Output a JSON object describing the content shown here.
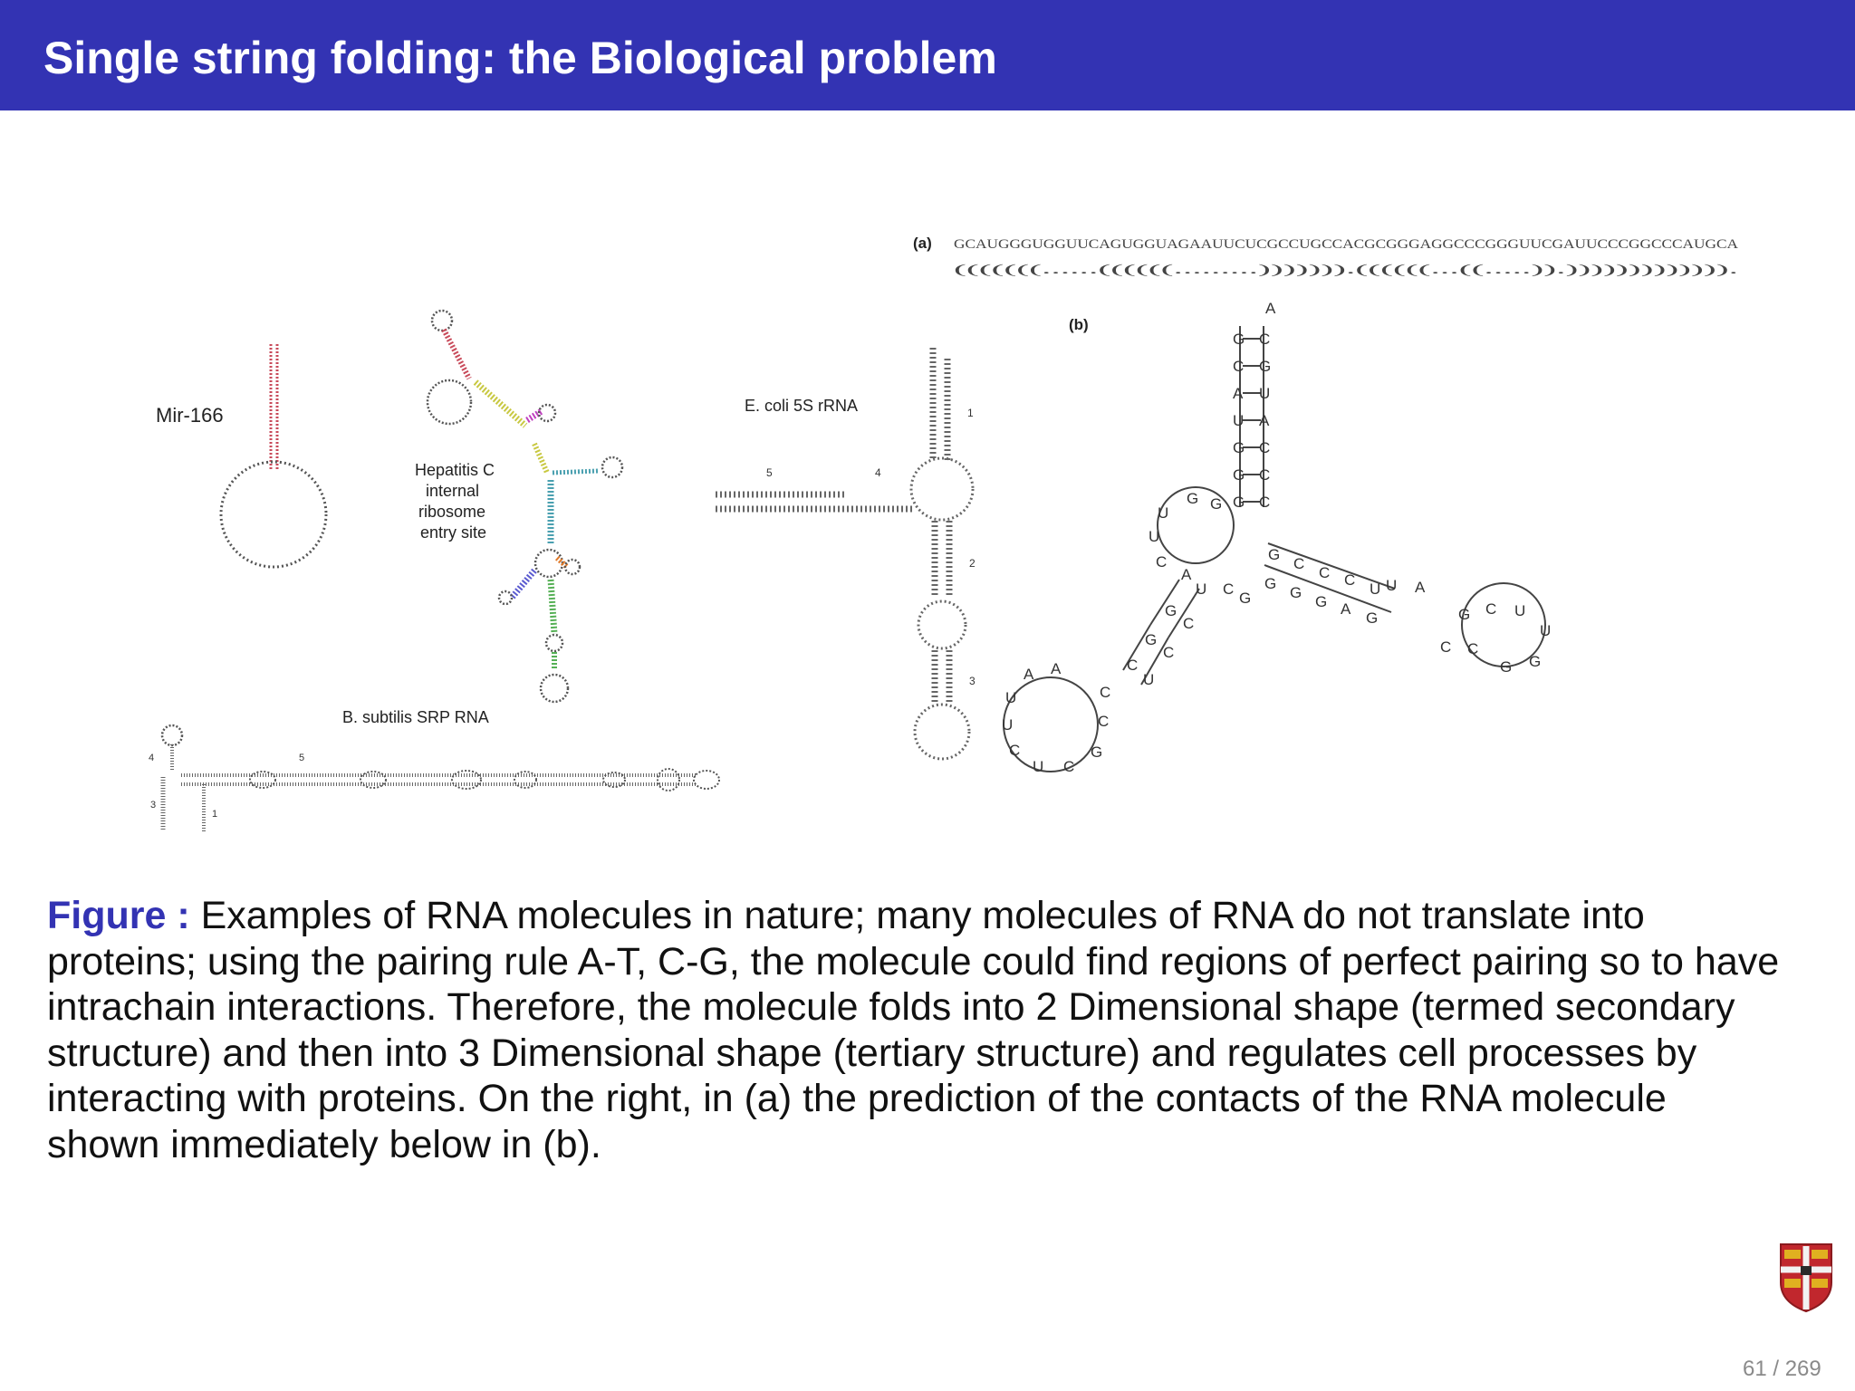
{
  "slide": {
    "title": "Single string folding: the Biological problem"
  },
  "figure": {
    "labels": {
      "mir": "Mir-166",
      "hep1": "Hepatitis C",
      "hep2": "internal",
      "hep3": "ribosome",
      "hep4": "entry site",
      "ecoli": "E. coli 5S rRNA",
      "srp": "B. subtilis SRP RNA",
      "a": "(a)",
      "b": "(b)"
    },
    "sequence": "GCAUGGGUGGUUCAGUGGUAGAAUUCUCGCCUGCCACGCGGGAGGCCCGGGUUCGAUUCCCGGCCCAUGCA",
    "dotbracket": "(((((((......((((((.........))))))).((((((...((.....)).)))))))))))))."
  },
  "caption": {
    "label": "Figure :",
    "text": "Examples of RNA molecules in nature; many molecules of RNA do not translate into proteins; using the pairing rule A-T, C-G, the molecule could find regions of perfect pairing so to have intrachain interactions. Therefore, the molecule folds into 2 Dimensional shape (termed secondary structure) and then into 3 Dimensional shape (tertiary structure) and regulates cell processes by interacting with proteins. On the right, in (a) the prediction of the contacts of the RNA molecule shown immediately below in (b)."
  },
  "footer": {
    "page": "61 / 269"
  },
  "colors": {
    "header": "#3333b3",
    "accent": "#3333b3"
  }
}
